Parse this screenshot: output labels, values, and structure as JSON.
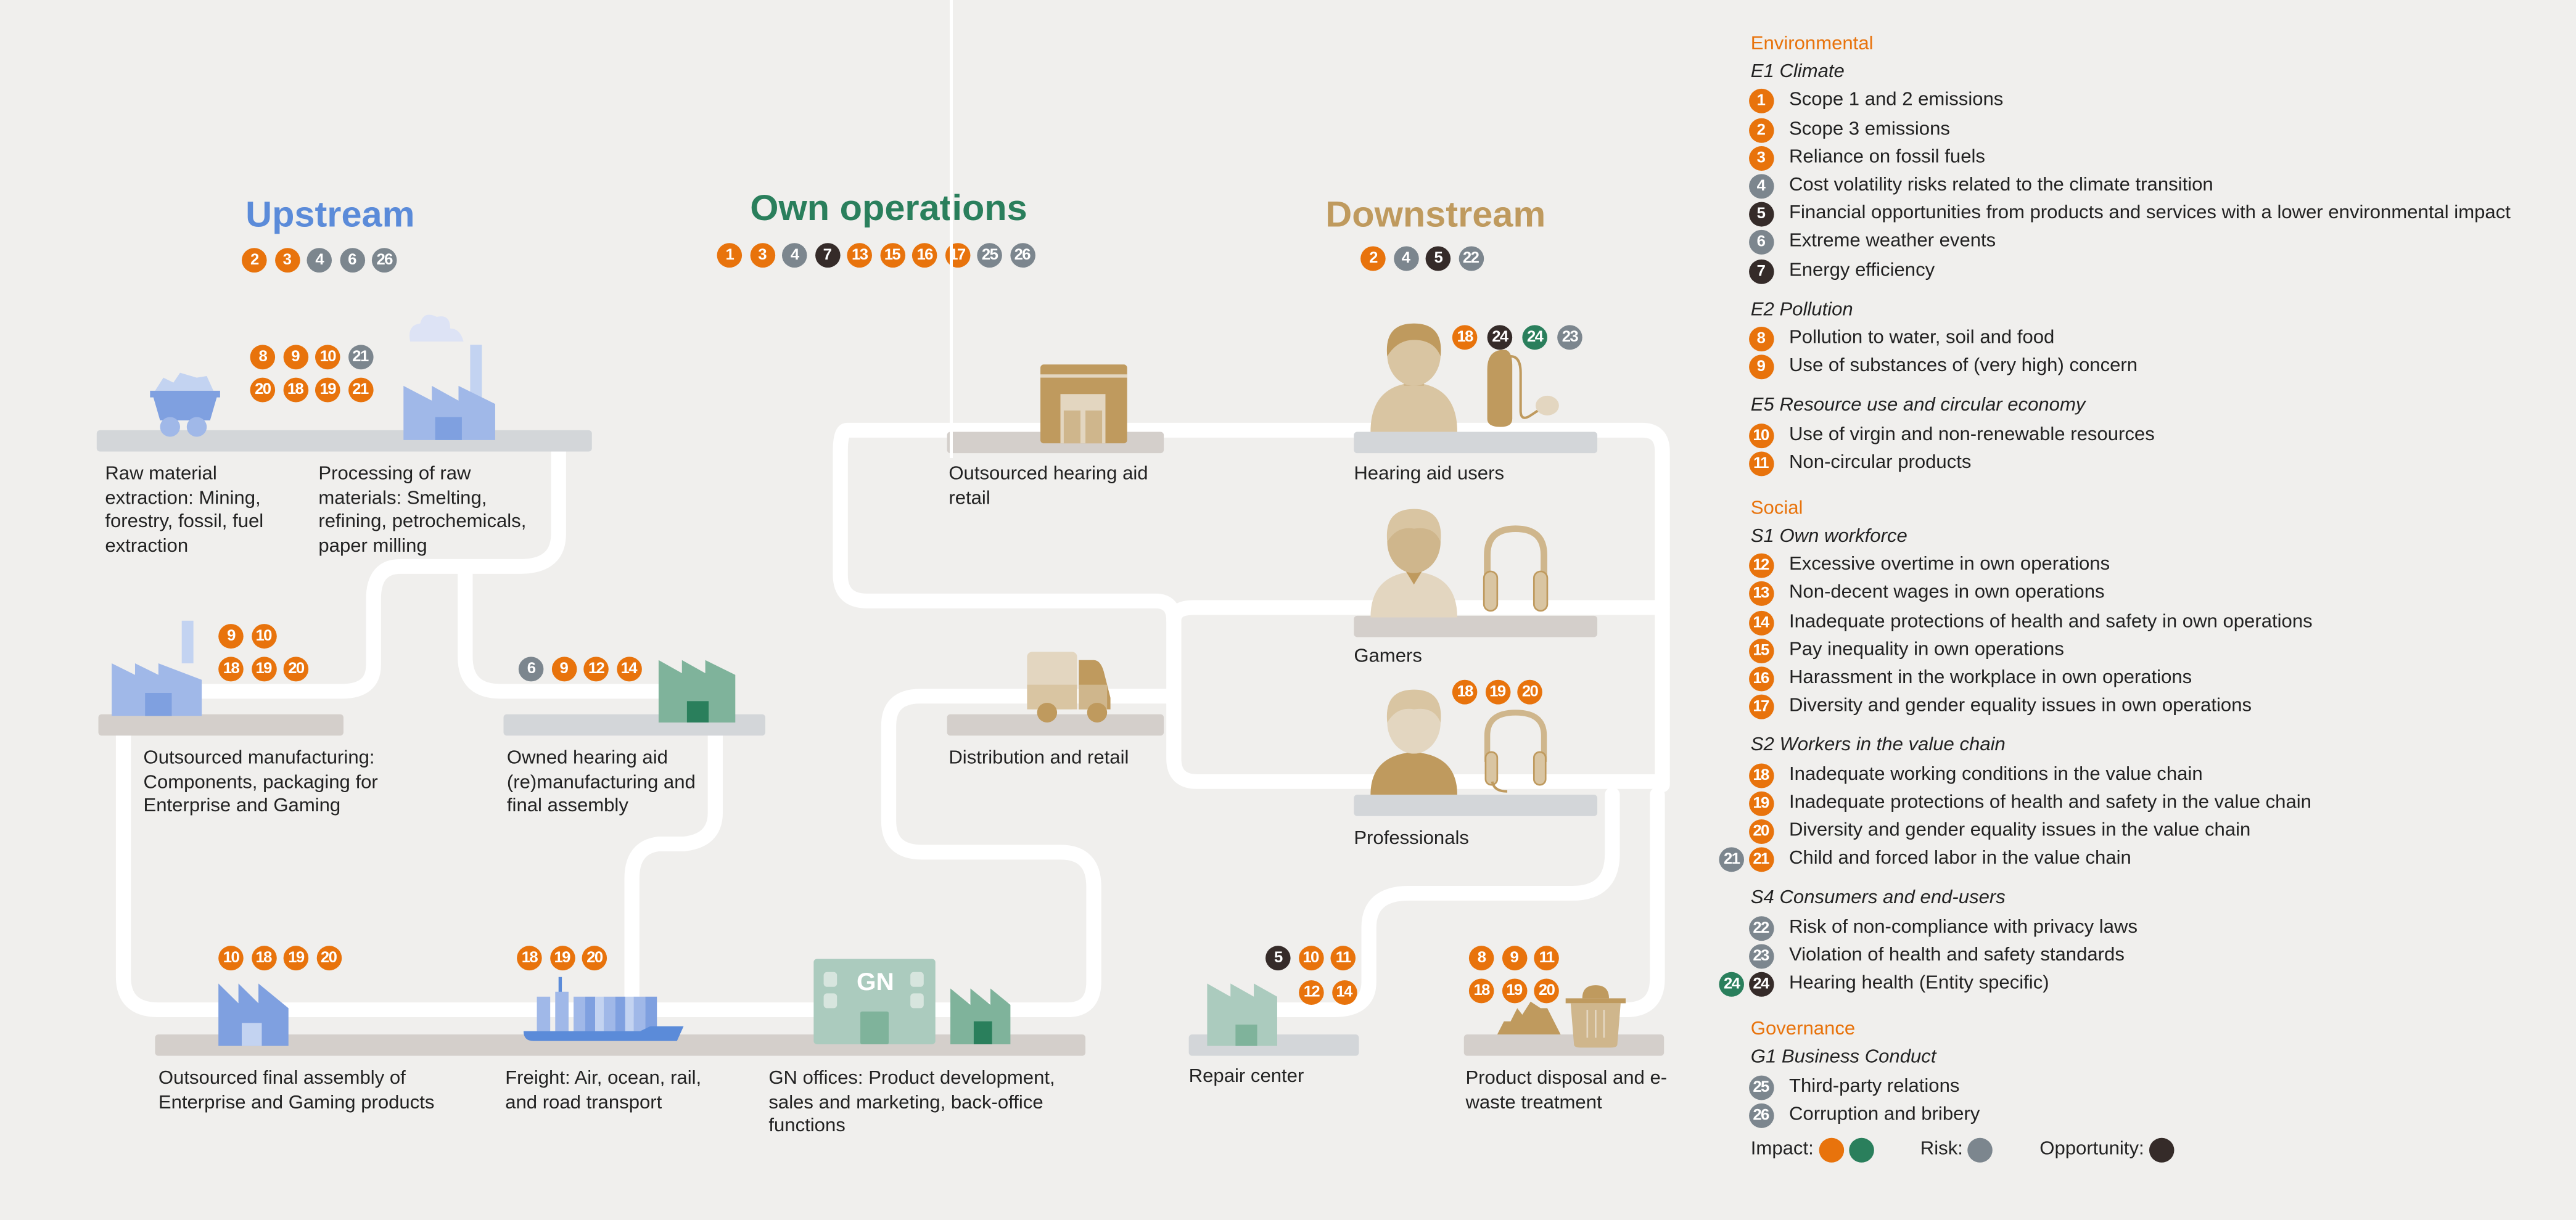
{
  "colors": {
    "impact": "#e8730c",
    "impact_green": "#2a7f5c",
    "risk": "#7c868e",
    "opportunity": "#352b29",
    "upstream": "#5b8bd9",
    "own": "#2a7f5c",
    "downstream": "#bf9a5e"
  },
  "sections": {
    "upstream": {
      "title": "Upstream",
      "badges": [
        {
          "n": "2",
          "t": "impact"
        },
        {
          "n": "3",
          "t": "impact"
        },
        {
          "n": "4",
          "t": "risk"
        },
        {
          "n": "6",
          "t": "risk"
        },
        {
          "n": "26",
          "t": "risk"
        }
      ]
    },
    "own": {
      "title": "Own operations",
      "badges": [
        {
          "n": "1",
          "t": "impact"
        },
        {
          "n": "3",
          "t": "impact"
        },
        {
          "n": "4",
          "t": "risk"
        },
        {
          "n": "7",
          "t": "opp"
        },
        {
          "n": "13",
          "t": "impact"
        },
        {
          "n": "15",
          "t": "impact"
        },
        {
          "n": "16",
          "t": "impact"
        },
        {
          "n": "17",
          "t": "impact"
        },
        {
          "n": "25",
          "t": "risk"
        },
        {
          "n": "26",
          "t": "risk"
        }
      ]
    },
    "downstream": {
      "title": "Downstream",
      "badges": [
        {
          "n": "2",
          "t": "impact"
        },
        {
          "n": "4",
          "t": "risk"
        },
        {
          "n": "5",
          "t": "opp"
        },
        {
          "n": "22",
          "t": "risk"
        }
      ]
    }
  },
  "stages": {
    "raw": {
      "label": "Raw material extraction: Mining, forestry, fossil, fuel extraction"
    },
    "processing": {
      "label": "Processing of raw materials: Smelting, refining, petrochemicals, paper milling",
      "badges_row1": [
        {
          "n": "8",
          "t": "impact"
        },
        {
          "n": "9",
          "t": "impact"
        },
        {
          "n": "10",
          "t": "impact"
        },
        {
          "n": "21",
          "t": "risk"
        }
      ],
      "badges_row2": [
        {
          "n": "20",
          "t": "impact"
        },
        {
          "n": "18",
          "t": "impact"
        },
        {
          "n": "19",
          "t": "impact"
        },
        {
          "n": "21",
          "t": "impact"
        }
      ]
    },
    "outsourced_mfg": {
      "label": "Outsourced manufacturing: Components, packaging for Enterprise and Gaming",
      "badges_row1": [
        {
          "n": "9",
          "t": "impact"
        },
        {
          "n": "10",
          "t": "impact"
        }
      ],
      "badges_row2": [
        {
          "n": "18",
          "t": "impact"
        },
        {
          "n": "19",
          "t": "impact"
        },
        {
          "n": "20",
          "t": "impact"
        }
      ]
    },
    "owned_mfg": {
      "label": "Owned hearing aid (re)manufacturing and final assembly",
      "badges": [
        {
          "n": "6",
          "t": "risk"
        },
        {
          "n": "9",
          "t": "impact"
        },
        {
          "n": "12",
          "t": "impact"
        },
        {
          "n": "14",
          "t": "impact"
        }
      ]
    },
    "final_assembly": {
      "label": "Outsourced final assembly of Enterprise and Gaming products",
      "badges": [
        {
          "n": "10",
          "t": "impact"
        },
        {
          "n": "18",
          "t": "impact"
        },
        {
          "n": "19",
          "t": "impact"
        },
        {
          "n": "20",
          "t": "impact"
        }
      ]
    },
    "freight": {
      "label": "Freight: Air, ocean, rail, and road transport",
      "badges": [
        {
          "n": "18",
          "t": "impact"
        },
        {
          "n": "19",
          "t": "impact"
        },
        {
          "n": "20",
          "t": "impact"
        }
      ]
    },
    "gn_offices": {
      "label": "GN offices: Product development, sales and marketing, back-office functions",
      "logo_text": "GN"
    },
    "retail": {
      "label": "Outsourced hearing aid retail"
    },
    "distribution": {
      "label": "Distribution and retail"
    },
    "hearing_users": {
      "label": "Hearing aid users",
      "badges": [
        {
          "n": "18",
          "t": "impact"
        },
        {
          "n": "24",
          "t": "opp"
        },
        {
          "n": "24",
          "t": "green"
        },
        {
          "n": "23",
          "t": "risk"
        }
      ]
    },
    "gamers": {
      "label": "Gamers"
    },
    "professionals": {
      "label": "Professionals",
      "badges": [
        {
          "n": "18",
          "t": "impact"
        },
        {
          "n": "19",
          "t": "impact"
        },
        {
          "n": "20",
          "t": "impact"
        }
      ]
    },
    "repair": {
      "label": "Repair center",
      "badges_row1": [
        {
          "n": "5",
          "t": "opp"
        },
        {
          "n": "10",
          "t": "impact"
        },
        {
          "n": "11",
          "t": "impact"
        }
      ],
      "badges_row2": [
        {
          "n": "12",
          "t": "impact"
        },
        {
          "n": "14",
          "t": "impact"
        }
      ]
    },
    "disposal": {
      "label": "Product disposal and e-waste treatment",
      "badges_row1": [
        {
          "n": "8",
          "t": "impact"
        },
        {
          "n": "9",
          "t": "impact"
        },
        {
          "n": "11",
          "t": "impact"
        }
      ],
      "badges_row2": [
        {
          "n": "18",
          "t": "impact"
        },
        {
          "n": "19",
          "t": "impact"
        },
        {
          "n": "20",
          "t": "impact"
        }
      ]
    }
  },
  "legend": {
    "groups": [
      {
        "category": "Environmental",
        "subs": [
          {
            "title": "E1 Climate",
            "items": [
              {
                "n": "1",
                "t": "impact",
                "text": "Scope 1 and 2 emissions"
              },
              {
                "n": "2",
                "t": "impact",
                "text": "Scope 3 emissions"
              },
              {
                "n": "3",
                "t": "impact",
                "text": "Reliance on fossil fuels"
              },
              {
                "n": "4",
                "t": "risk",
                "text": "Cost volatility risks related to the climate transition"
              },
              {
                "n": "5",
                "t": "opp",
                "text": "Financial opportunities from products and services with a lower environmental impact"
              },
              {
                "n": "6",
                "t": "risk",
                "text": "Extreme weather events"
              },
              {
                "n": "7",
                "t": "opp",
                "text": "Energy efficiency"
              }
            ]
          },
          {
            "title": "E2 Pollution",
            "items": [
              {
                "n": "8",
                "t": "impact",
                "text": "Pollution to water, soil and food"
              },
              {
                "n": "9",
                "t": "impact",
                "text": "Use of substances of (very high) concern"
              }
            ]
          },
          {
            "title": "E5 Resource use and circular economy",
            "items": [
              {
                "n": "10",
                "t": "impact",
                "text": "Use of virgin and non-renewable resources"
              },
              {
                "n": "11",
                "t": "impact",
                "text": "Non-circular products"
              }
            ]
          }
        ]
      },
      {
        "category": "Social",
        "subs": [
          {
            "title": "S1 Own workforce",
            "items": [
              {
                "n": "12",
                "t": "impact",
                "text": "Excessive overtime in own operations"
              },
              {
                "n": "13",
                "t": "impact",
                "text": "Non-decent wages in own operations"
              },
              {
                "n": "14",
                "t": "impact",
                "text": "Inadequate protections of health and safety in own operations"
              },
              {
                "n": "15",
                "t": "impact",
                "text": "Pay inequality in own operations"
              },
              {
                "n": "16",
                "t": "impact",
                "text": "Harassment in the workplace in own operations"
              },
              {
                "n": "17",
                "t": "impact",
                "text": "Diversity and gender equality issues in own operations"
              }
            ]
          },
          {
            "title": "S2 Workers in the value chain",
            "items": [
              {
                "n": "18",
                "t": "impact",
                "text": "Inadequate working conditions in the value chain"
              },
              {
                "n": "19",
                "t": "impact",
                "text": "Inadequate protections of health and safety in the value chain"
              },
              {
                "n": "20",
                "t": "impact",
                "text": "Diversity and gender equality issues in the value chain"
              },
              {
                "n": "21",
                "t": "impact",
                "extra": {
                  "n": "21",
                  "t": "risk"
                },
                "text": "Child and forced labor in the value chain"
              }
            ]
          },
          {
            "title": "S4 Consumers and end-users",
            "items": [
              {
                "n": "22",
                "t": "risk",
                "text": "Risk of non-compliance with privacy laws"
              },
              {
                "n": "23",
                "t": "risk",
                "text": "Violation of health and safety standards"
              },
              {
                "n": "24",
                "t": "opp",
                "extra": {
                  "n": "24",
                  "t": "green"
                },
                "text": "Hearing health (Entity specific)"
              }
            ]
          }
        ]
      },
      {
        "category": "Governance",
        "subs": [
          {
            "title": "G1 Business Conduct",
            "items": [
              {
                "n": "25",
                "t": "risk",
                "text": "Third-party relations"
              },
              {
                "n": "26",
                "t": "risk",
                "text": "Corruption and bribery"
              }
            ]
          }
        ]
      }
    ],
    "key": {
      "impact_label": "Impact:",
      "risk_label": "Risk:",
      "opportunity_label": "Opportunity:"
    }
  }
}
